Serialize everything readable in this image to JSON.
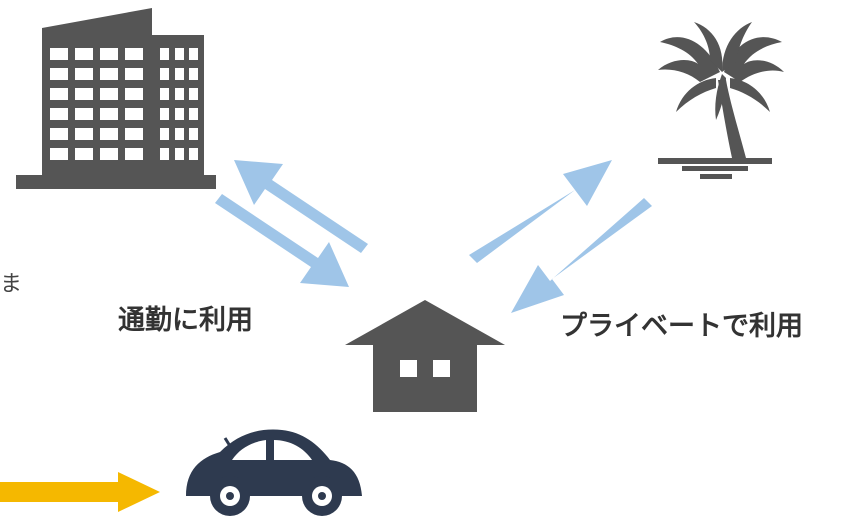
{
  "labels": {
    "cut_char": "ま",
    "commute": "通勤に利用",
    "private": "プライベートで利用"
  },
  "colors": {
    "icon_gray": "#555555",
    "window_white": "#ffffff",
    "arrow_blue": "#9fc5e8",
    "arrow_yellow": "#f5b800",
    "car_navy": "#2e3a4f"
  },
  "icons": [
    "office-building-icon",
    "palm-tree-icon",
    "house-icon",
    "car-icon"
  ]
}
